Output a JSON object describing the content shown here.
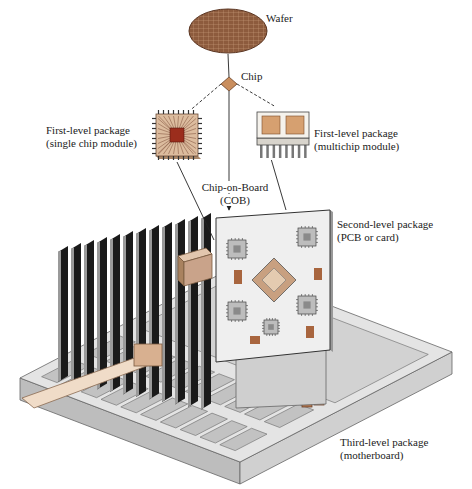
{
  "diagram": {
    "nodes": [
      {
        "text": [
          "Wafer"
        ]
      },
      {
        "text": [
          "Chip"
        ]
      },
      {
        "text": [
          "First-level package (single chip module)"
        ]
      },
      {
        "text": [
          "First-level package (multichip module)"
        ]
      },
      {
        "text": [
          "Second-level package (PCB or card)"
        ]
      },
      {
        "text": [
          "Third-level package (motherboard)"
        ]
      }
    ],
    "edges": [
      {
        "from": 0,
        "to": 1,
        "arrow": "none"
      },
      {
        "from": 1,
        "to": 2,
        "arrow": "none"
      },
      {
        "from": 1,
        "to": 3,
        "arrow": "none"
      },
      {
        "from": 1,
        "to": 4,
        "arrow": "to",
        "label": "Chip-on-Board (COB)"
      },
      {
        "from": 2,
        "to": 4,
        "arrow": "none"
      },
      {
        "from": 3,
        "to": 4,
        "arrow": "none"
      }
    ]
  }
}
